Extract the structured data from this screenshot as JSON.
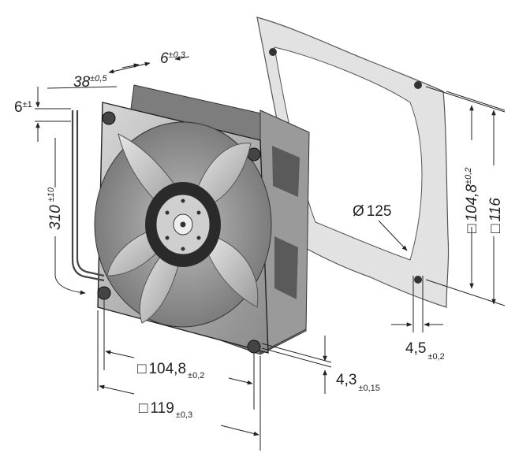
{
  "dimensions": {
    "wire_offset": {
      "value": "6",
      "tol": "±1"
    },
    "depth": {
      "value": "38",
      "tol": "±0,5"
    },
    "flange": {
      "value": "6",
      "tol": "±0,3"
    },
    "wire_length": {
      "value": "310",
      "tol": "±10"
    },
    "hole_spacing_top": {
      "value": "104,8",
      "tol": "±0,2"
    },
    "gasket_size": {
      "value": "116",
      "tol": ""
    },
    "diameter": {
      "value": "125",
      "tol": ""
    },
    "gasket_hole": {
      "value": "4,5",
      "tol": "±0,2"
    },
    "hole_diameter": {
      "value": "4,3",
      "tol": "±0,15"
    },
    "hole_spacing": {
      "value": "104,8",
      "tol": "±0,2"
    },
    "frame_size": {
      "value": "119",
      "tol": "±0,3"
    }
  },
  "symbols": {
    "square": "□",
    "diameter": "Ø"
  },
  "colors": {
    "gasket": "#e2e2e2",
    "frame_light": "#cfcfcf",
    "frame_dark": "#6e6e6e",
    "blade": "#c9c9c9",
    "hub": "#2a2a2a"
  }
}
